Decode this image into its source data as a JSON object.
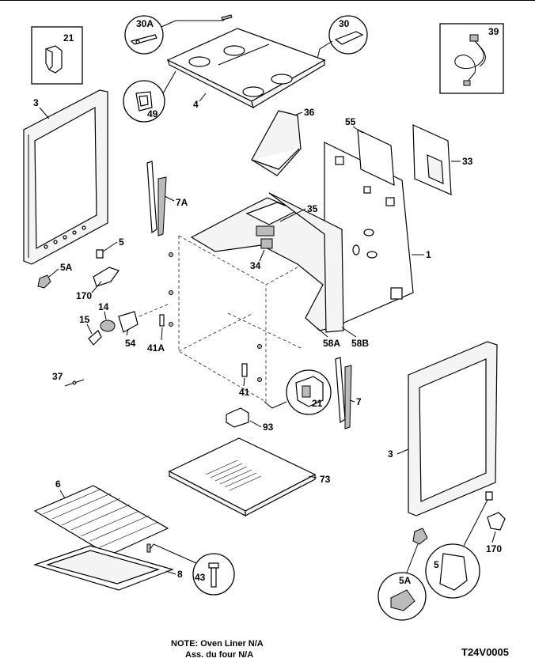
{
  "diagram": {
    "callouts": {
      "c21_inset": "21",
      "c30A": "30A",
      "c30": "30",
      "c39": "39",
      "c3_left": "3",
      "c4": "4",
      "c49": "49",
      "c36": "36",
      "c55": "55",
      "c33": "33",
      "c7A": "7A",
      "c35": "35",
      "c5_left": "5",
      "c5A_left": "5A",
      "c1": "1",
      "c34": "34",
      "c170_left": "170",
      "c14": "14",
      "c15": "15",
      "c54": "54",
      "c41A": "41A",
      "c58A": "58A",
      "c58B": "58B",
      "c37": "37",
      "c41": "41",
      "c21_circle": "21",
      "c7": "7",
      "c93": "93",
      "c3_right": "3",
      "c73": "73",
      "c6": "6",
      "c170_right": "170",
      "c5_circle": "5",
      "c8": "8",
      "c43": "43",
      "c5A_circle": "5A"
    }
  },
  "footer": {
    "note_line1": "NOTE: Oven Liner N/A",
    "note_line2": "Ass. du four N/A",
    "reference": "T24V0005"
  }
}
